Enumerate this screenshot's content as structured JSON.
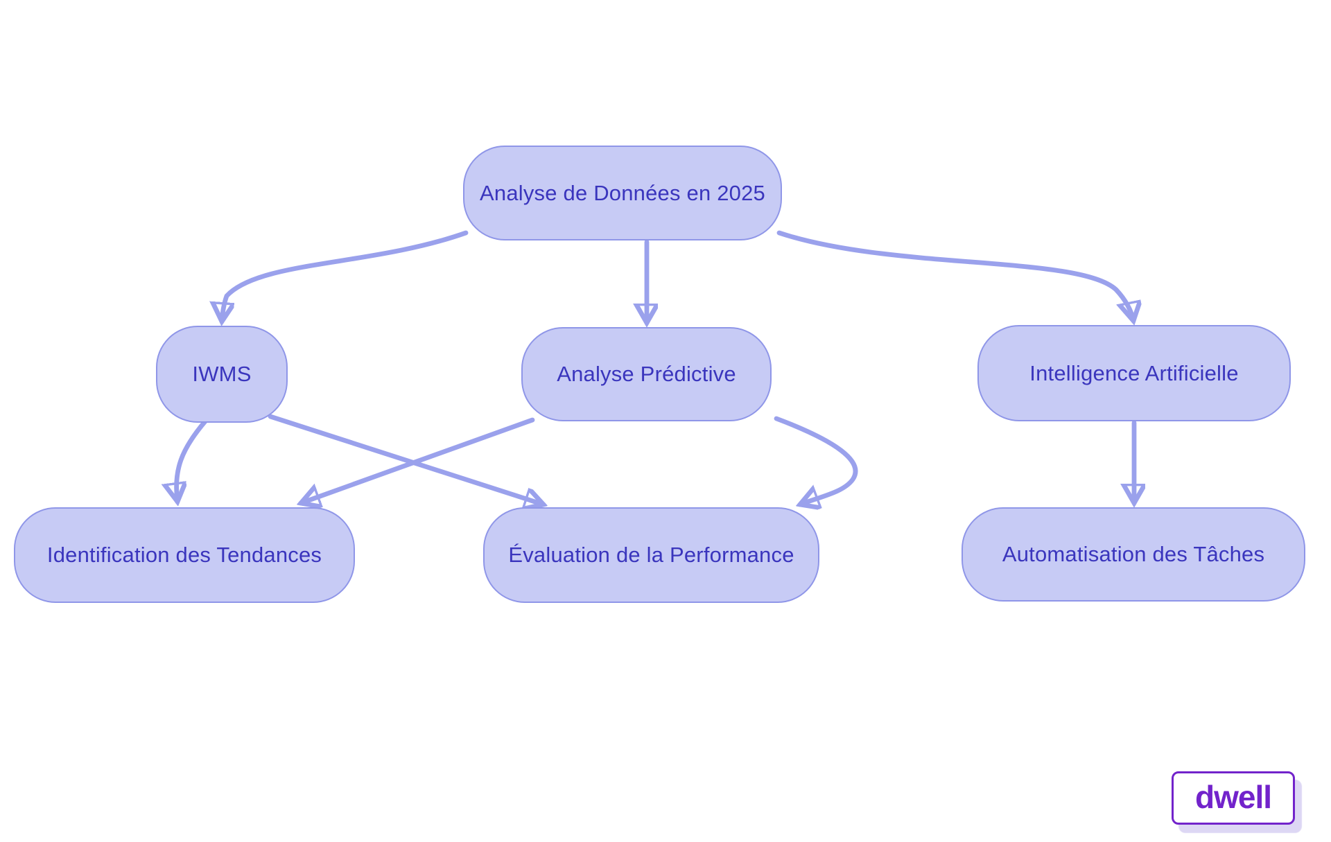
{
  "diagram": {
    "type": "flowchart",
    "colors": {
      "node_fill": "#c7cbf5",
      "node_border": "#8f96e8",
      "node_text": "#3a35bd",
      "edge_arrow": "#9aa1ec",
      "background": "#ffffff"
    },
    "nodes": [
      {
        "id": "root",
        "label": "Analyse de Données en 2025"
      },
      {
        "id": "iwms",
        "label": "IWMS"
      },
      {
        "id": "predictive",
        "label": "Analyse Prédictive"
      },
      {
        "id": "ai",
        "label": "Intelligence Artificielle"
      },
      {
        "id": "trends",
        "label": "Identification des Tendances"
      },
      {
        "id": "performance",
        "label": "Évaluation de la Performance"
      },
      {
        "id": "automation",
        "label": "Automatisation des Tâches"
      }
    ],
    "edges": [
      {
        "from": "root",
        "to": "iwms"
      },
      {
        "from": "root",
        "to": "predictive"
      },
      {
        "from": "root",
        "to": "ai"
      },
      {
        "from": "iwms",
        "to": "trends"
      },
      {
        "from": "iwms",
        "to": "performance"
      },
      {
        "from": "predictive",
        "to": "trends"
      },
      {
        "from": "predictive",
        "to": "performance"
      },
      {
        "from": "ai",
        "to": "automation"
      }
    ]
  },
  "logo": {
    "text": "dwell",
    "color": "#7223cb"
  }
}
